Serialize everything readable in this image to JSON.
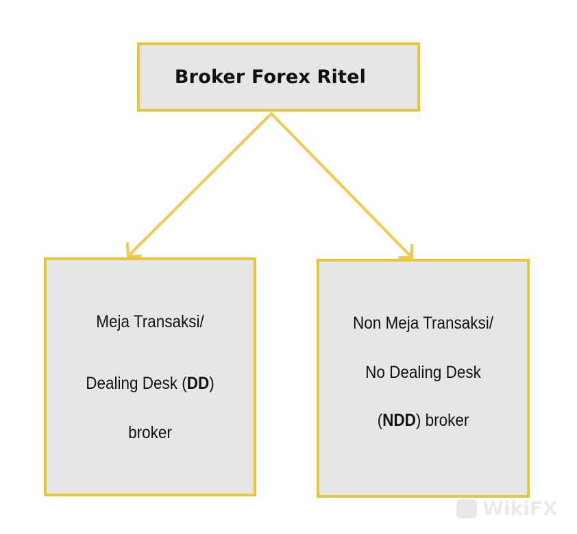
{
  "diagram": {
    "root": {
      "label": "Broker Forex Ritel"
    },
    "children": [
      {
        "line1": "Meja Transaksi/",
        "line2_prefix": "Dealing Desk (",
        "line2_bold": "DD",
        "line2_suffix": ")",
        "line3": "broker"
      },
      {
        "line1": "Non Meja Transaksi/",
        "line2": "No Dealing Desk",
        "line3_prefix": "(",
        "line3_bold": "NDD",
        "line3_suffix": ") broker"
      }
    ],
    "colors": {
      "box_fill": "#e6e6e6",
      "box_border": "#e8c43a",
      "connector": "#f2c94c"
    }
  },
  "watermark": {
    "text": "WikiFX",
    "icon": "wikifx-logo-icon"
  }
}
